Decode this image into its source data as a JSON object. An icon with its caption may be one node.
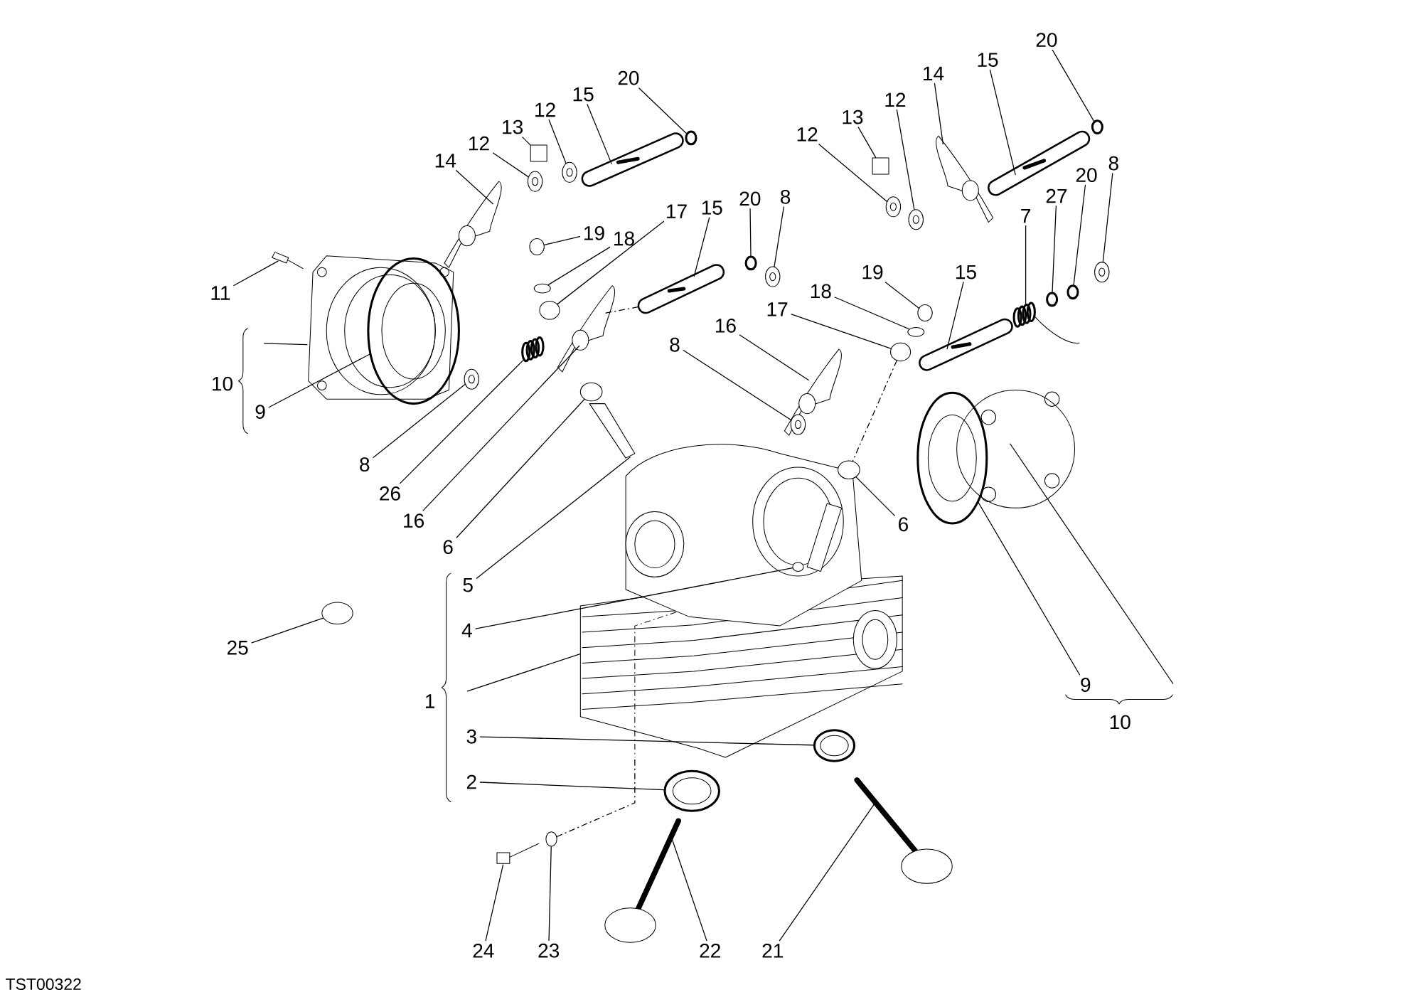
{
  "diagram": {
    "nodes": [
      {
        "text": [
          "20"
        ]
      },
      {
        "text": [
          "15"
        ]
      },
      {
        "text": [
          "12"
        ]
      },
      {
        "text": [
          "13"
        ]
      },
      {
        "text": [
          "12"
        ]
      },
      {
        "text": [
          "14"
        ]
      },
      {
        "text": [
          "19"
        ]
      },
      {
        "text": [
          "18"
        ]
      },
      {
        "text": [
          "17"
        ]
      },
      {
        "text": [
          "15"
        ]
      },
      {
        "text": [
          "20"
        ]
      },
      {
        "text": [
          "8"
        ]
      },
      {
        "text": [
          "11"
        ]
      },
      {
        "text": [],
        "shape": "bracket",
        "beside": [
          "10"
        ]
      },
      {
        "text": [
          "9"
        ]
      },
      {
        "text": [
          "8"
        ]
      },
      {
        "text": [
          "26"
        ]
      },
      {
        "text": [
          "16"
        ]
      },
      {
        "text": [
          "6"
        ]
      },
      {
        "text": [
          "5"
        ]
      },
      {
        "text": [
          "20"
        ]
      },
      {
        "text": [
          "15"
        ]
      },
      {
        "text": [
          "14"
        ]
      },
      {
        "text": [
          "12"
        ]
      },
      {
        "text": [
          "13"
        ]
      },
      {
        "text": [
          "12"
        ]
      },
      {
        "text": [
          "8"
        ]
      },
      {
        "text": [
          "20"
        ]
      },
      {
        "text": [
          "27"
        ]
      },
      {
        "text": [
          "7"
        ]
      },
      {
        "text": [
          "15"
        ]
      },
      {
        "text": [
          "19"
        ]
      },
      {
        "text": [
          "18"
        ]
      },
      {
        "text": [
          "17"
        ]
      },
      {
        "text": [
          "16"
        ]
      },
      {
        "text": [
          "8"
        ]
      },
      {
        "text": [
          "6"
        ]
      },
      {
        "text": [
          "25"
        ]
      },
      {
        "text": [
          "4"
        ]
      },
      {
        "text": [],
        "shape": "bracket",
        "beside": [
          "1"
        ]
      },
      {
        "text": [
          "3"
        ]
      },
      {
        "text": [
          "2"
        ]
      },
      {
        "text": [
          "9"
        ]
      },
      {
        "text": [],
        "shape": "bracket",
        "beside": [
          "10"
        ]
      },
      {
        "text": [
          "24"
        ]
      },
      {
        "text": [
          "23"
        ]
      },
      {
        "text": [
          "22"
        ]
      },
      {
        "text": [
          "21"
        ]
      },
      {
        "text": [],
        "shape": "circle"
      },
      {
        "text": [],
        "shape": "picture"
      },
      {
        "text": [],
        "shape": "circle"
      },
      {
        "text": [],
        "shape": "box"
      },
      {
        "text": [],
        "shape": "circle"
      },
      {
        "text": [],
        "shape": "picture"
      },
      {
        "text": [],
        "shape": "circle"
      },
      {
        "text": [],
        "shape": "circle"
      },
      {
        "text": [],
        "shape": "circle"
      },
      {
        "text": [],
        "shape": "picture"
      },
      {
        "text": [],
        "shape": "circle"
      },
      {
        "text": [],
        "shape": "circle"
      },
      {
        "text": [],
        "shape": "picture"
      },
      {
        "text": [],
        "shape": "picture"
      },
      {
        "text": [],
        "shape": "circle"
      },
      {
        "text": [],
        "shape": "circle"
      },
      {
        "text": [],
        "shape": "picture"
      },
      {
        "text": [],
        "shape": "picture"
      },
      {
        "text": [],
        "shape": "circle"
      },
      {
        "text": [],
        "shape": "picture"
      },
      {
        "text": [],
        "shape": "circle"
      },
      {
        "text": [],
        "shape": "picture"
      },
      {
        "text": [],
        "shape": "picture"
      },
      {
        "text": [],
        "shape": "circle"
      },
      {
        "text": [],
        "shape": "box"
      },
      {
        "text": [],
        "shape": "circle"
      },
      {
        "text": [],
        "shape": "circle"
      },
      {
        "text": [],
        "shape": "circle"
      },
      {
        "text": [],
        "shape": "circle"
      },
      {
        "text": [],
        "shape": "picture"
      },
      {
        "text": [],
        "shape": "picture"
      },
      {
        "text": [],
        "shape": "circle"
      },
      {
        "text": [],
        "shape": "circle"
      },
      {
        "text": [],
        "shape": "circle"
      },
      {
        "text": [],
        "shape": "picture"
      },
      {
        "text": [],
        "shape": "circle"
      },
      {
        "text": [],
        "shape": "circle"
      },
      {
        "text": [],
        "shape": "circle"
      },
      {
        "text": [],
        "shape": "circle"
      },
      {
        "text": [],
        "shape": "picture"
      },
      {
        "text": [],
        "shape": "circle"
      },
      {
        "text": [],
        "shape": "circle"
      },
      {
        "text": [],
        "shape": "circle"
      },
      {
        "text": [],
        "shape": "picture"
      },
      {
        "text": [],
        "shape": "picture"
      },
      {
        "text": [],
        "shape": "circle"
      },
      {
        "text": [],
        "shape": "picture"
      },
      {
        "text": [],
        "shape": "picture"
      }
    ],
    "edges": [
      {
        "from": 0,
        "to": 48,
        "arrow": "none"
      },
      {
        "from": 1,
        "to": 49,
        "arrow": "none"
      },
      {
        "from": 2,
        "to": 50,
        "arrow": "none"
      },
      {
        "from": 3,
        "to": 51,
        "arrow": "none"
      },
      {
        "from": 4,
        "to": 52,
        "arrow": "none"
      },
      {
        "from": 5,
        "to": 53,
        "arrow": "none"
      },
      {
        "from": 6,
        "to": 54,
        "arrow": "none"
      },
      {
        "from": 7,
        "to": 55,
        "arrow": "none"
      },
      {
        "from": 8,
        "to": 56,
        "arrow": "none"
      },
      {
        "from": 9,
        "to": 57,
        "arrow": "none"
      },
      {
        "from": 10,
        "to": 58,
        "arrow": "none"
      },
      {
        "from": 11,
        "to": 59,
        "arrow": "none"
      },
      {
        "from": 12,
        "to": 60,
        "arrow": "none"
      },
      {
        "from": 13,
        "to": 61,
        "arrow": "none"
      },
      {
        "from": 14,
        "to": 62,
        "arrow": "none"
      },
      {
        "from": 15,
        "to": 63,
        "arrow": "none"
      },
      {
        "from": 16,
        "to": 64,
        "arrow": "none"
      },
      {
        "from": 17,
        "to": 65,
        "arrow": "none"
      },
      {
        "from": 18,
        "to": 66,
        "arrow": "none"
      },
      {
        "from": 19,
        "to": 67,
        "arrow": "none"
      },
      {
        "from": 20,
        "to": 68,
        "arrow": "none"
      },
      {
        "from": 21,
        "to": 69,
        "arrow": "none"
      },
      {
        "from": 22,
        "to": 70,
        "arrow": "none"
      },
      {
        "from": 23,
        "to": 71,
        "arrow": "none"
      },
      {
        "from": 24,
        "to": 72,
        "arrow": "none"
      },
      {
        "from": 25,
        "to": 73,
        "arrow": "none"
      },
      {
        "from": 26,
        "to": 74,
        "arrow": "none"
      },
      {
        "from": 27,
        "to": 75,
        "arrow": "none"
      },
      {
        "from": 28,
        "to": 76,
        "arrow": "none"
      },
      {
        "from": 29,
        "to": 77,
        "arrow": "none"
      },
      {
        "from": 30,
        "to": 78,
        "arrow": "none"
      },
      {
        "from": 31,
        "to": 79,
        "arrow": "none"
      },
      {
        "from": 32,
        "to": 80,
        "arrow": "none"
      },
      {
        "from": 33,
        "to": 81,
        "arrow": "none"
      },
      {
        "from": 34,
        "to": 82,
        "arrow": "none"
      },
      {
        "from": 35,
        "to": 83,
        "arrow": "none"
      },
      {
        "from": 36,
        "to": 84,
        "arrow": "none"
      },
      {
        "from": 37,
        "to": 85,
        "arrow": "none"
      },
      {
        "from": 38,
        "to": 86,
        "arrow": "none"
      },
      {
        "from": 39,
        "to": 87,
        "arrow": "none"
      },
      {
        "from": 40,
        "to": 88,
        "arrow": "none"
      },
      {
        "from": 41,
        "to": 89,
        "arrow": "none"
      },
      {
        "from": 42,
        "to": 90,
        "arrow": "none"
      },
      {
        "from": 43,
        "to": 91,
        "arrow": "none"
      },
      {
        "from": 44,
        "to": 92,
        "arrow": "none"
      },
      {
        "from": 45,
        "to": 93,
        "arrow": "none"
      },
      {
        "from": 46,
        "to": 94,
        "arrow": "none"
      },
      {
        "from": 47,
        "to": 95,
        "arrow": "none"
      },
      {
        "from": 93,
        "to": 87,
        "arrow": "none",
        "style": "dashed"
      },
      {
        "from": 65,
        "to": 57,
        "arrow": "none",
        "style": "dashed"
      },
      {
        "from": 81,
        "to": 84,
        "arrow": "none",
        "style": "dashed"
      }
    ],
    "labels": [
      "TST00322"
    ]
  }
}
